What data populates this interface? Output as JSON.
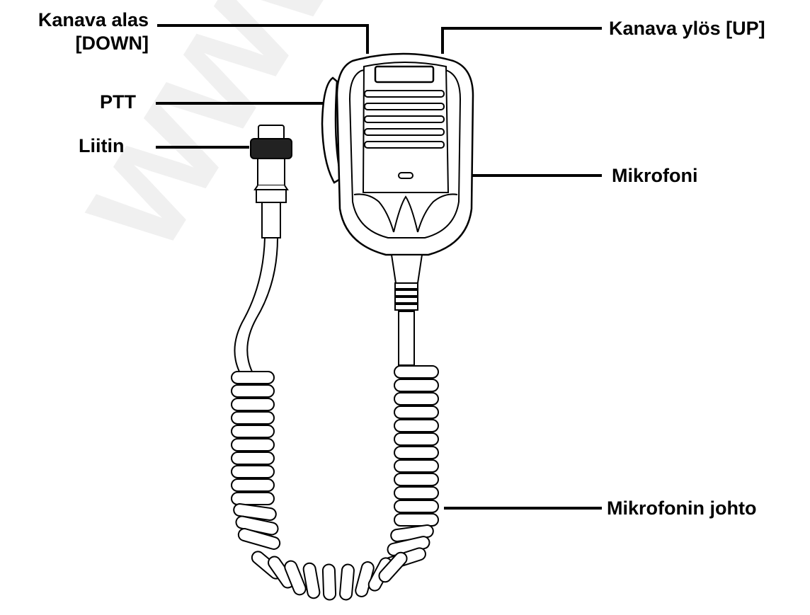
{
  "labels": {
    "channel_down_line1": "Kanava alas",
    "channel_down_line2": "[DOWN]",
    "channel_up": "Kanava ylös [UP]",
    "ptt": "PTT",
    "connector": "Liitin",
    "microphone": "Mikrofoni",
    "microphone_cable": "Mikrofonin johto"
  },
  "watermark": "www.pibe",
  "colors": {
    "ink": "#000000",
    "background": "#ffffff"
  }
}
